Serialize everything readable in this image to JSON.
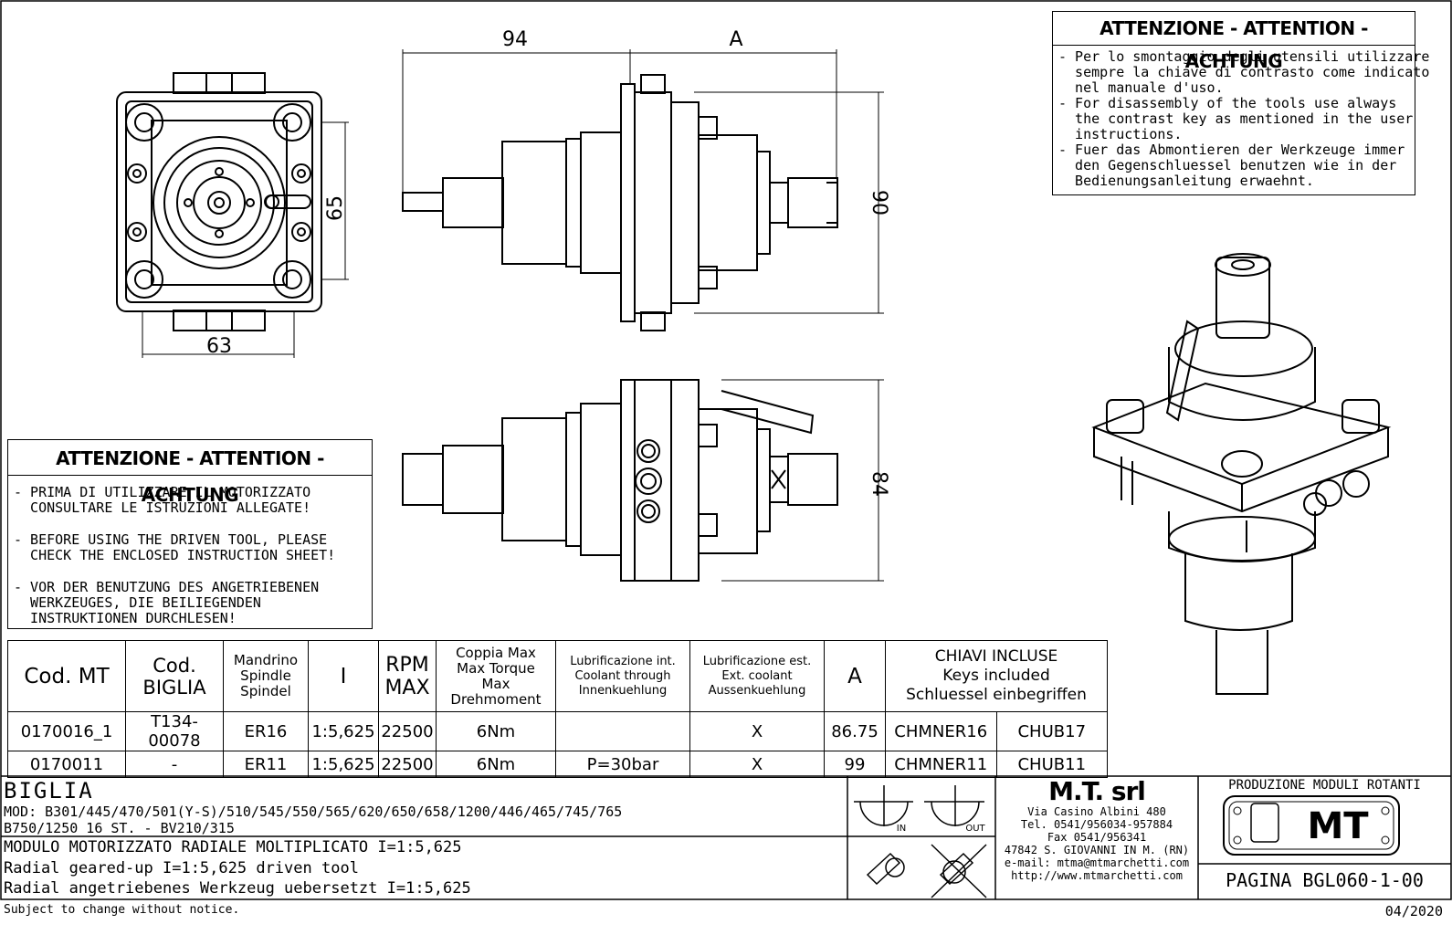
{
  "dimensions": {
    "front_width": "63",
    "front_height": "65",
    "side_length": "94",
    "side_a": "A",
    "side_height": "90",
    "bottom_height": "84"
  },
  "warning_top": {
    "title": "ATTENZIONE - ATTENTION - ACHTUNG",
    "lines": [
      "- Per lo smontaggio degli utensili utilizzare",
      "  sempre la chiave di contrasto come indicato",
      "  nel manuale d'uso.",
      "- For disassembly of the tools use always",
      "  the contrast key as mentioned in the user",
      "  instructions.",
      "- Fuer das Abmontieren der Werkzeuge immer",
      "  den Gegenschluessel benutzen wie in der",
      "  Bedienungsanleitung erwaehnt."
    ]
  },
  "warning_left": {
    "title": "ATTENZIONE - ATTENTION - ACHTUNG",
    "lines": [
      "- PRIMA DI UTILIZZARE IL MOTORIZZATO",
      "  CONSULTARE LE ISTRUZIONI ALLEGATE!",
      "",
      "- BEFORE USING THE DRIVEN TOOL, PLEASE",
      "  CHECK THE ENCLOSED INSTRUCTION SHEET!",
      "",
      "- VOR DER BENUTZUNG DES ANGETRIEBENEN",
      "  WERKZEUGES, DIE BEILIEGENDEN",
      "  INSTRUKTIONEN DURCHLESEN!"
    ]
  },
  "table": {
    "headers": {
      "cod_mt": "Cod. MT",
      "cod_biglia": [
        "Cod.",
        "BIGLIA"
      ],
      "mandrino": [
        "Mandrino",
        "Spindle",
        "Spindel"
      ],
      "ratio": "I",
      "rpm": [
        "RPM",
        "MAX"
      ],
      "coppia": [
        "Coppia Max",
        "Max Torque",
        "Max Drehmoment"
      ],
      "lub_int": [
        "Lubrificazione int.",
        "Coolant through",
        "Innenkuehlung"
      ],
      "lub_ext": [
        "Lubrificazione est.",
        "Ext. coolant",
        "Aussenkuehlung"
      ],
      "a": "A",
      "chiavi": [
        "CHIAVI INCLUSE",
        "Keys included",
        "Schluessel einbegriffen"
      ]
    },
    "rows": [
      [
        "0170016_1",
        "T134-00078",
        "ER16",
        "1:5,625",
        "22500",
        "6Nm",
        "",
        "X",
        "86.75",
        "CHMNER16",
        "CHUB17"
      ],
      [
        "0170011",
        "-",
        "ER11",
        "1:5,625",
        "22500",
        "6Nm",
        "P=30bar",
        "X",
        "99",
        "CHMNER11",
        "CHUB11"
      ]
    ]
  },
  "title_block": {
    "brand": "BIGLIA",
    "models_1": "MOD: B301/445/470/501(Y-S)/510/545/550/565/620/650/658/1200/446/465/745/765",
    "models_2": "B750/1250 16 ST. - BV210/315",
    "desc_it": "MODULO MOTORIZZATO RADIALE MOLTIPLICATO I=1:5,625",
    "desc_en": "Radial geared-up I=1:5,625 driven tool",
    "desc_de": "Radial angetriebenes Werkzeug uebersetzt I=1:5,625",
    "rotation_in": "IN",
    "rotation_out": "OUT",
    "company": "M.T. srl",
    "address": [
      "Via Casino Albini 480",
      "Tel. 0541/956034-957884",
      "Fax 0541/956341",
      "47842 S. GIOVANNI IN M. (RN)",
      "e-mail: mtma@mtmarchetti.com",
      "http://www.mtmarchetti.com"
    ],
    "production": "PRODUZIONE MODULI ROTANTI",
    "logo_text": "MT",
    "page": "PAGINA BGL060-1-00"
  },
  "footer": {
    "notice": "Subject to change without notice.",
    "date": "04/2020"
  }
}
